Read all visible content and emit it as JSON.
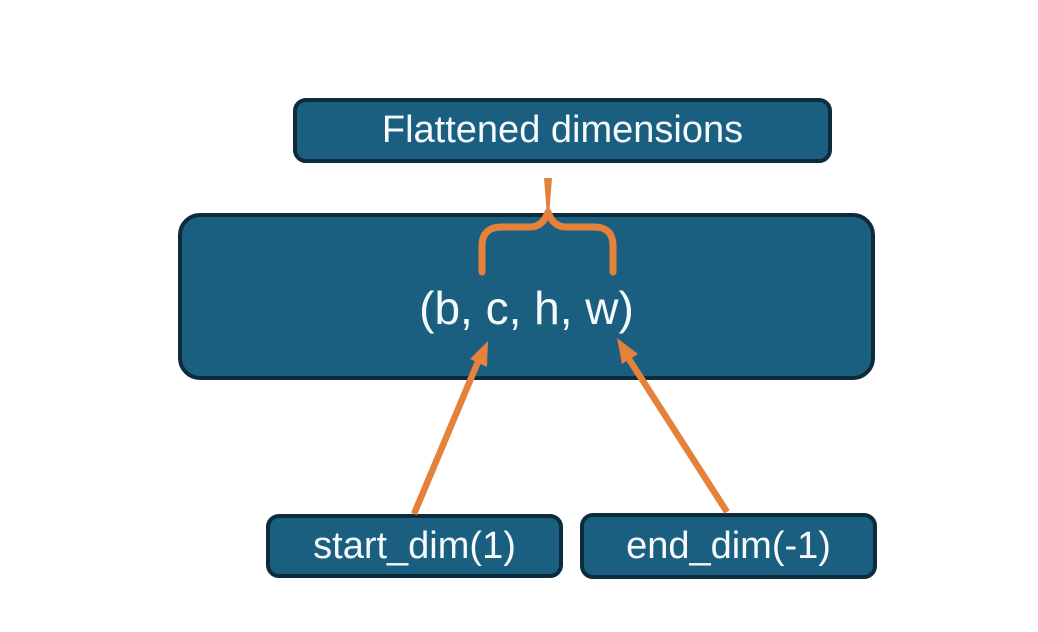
{
  "diagram": {
    "title_box": {
      "label": "Flattened dimensions"
    },
    "tensor_box": {
      "label": "(b, c, h, w)"
    },
    "start_dim_box": {
      "label": "start_dim(1)"
    },
    "end_dim_box": {
      "label": "end_dim(-1)"
    }
  },
  "colors": {
    "background": "#ffffff",
    "box-fill": "#1a5e80",
    "box-border": "#0e2b3c",
    "accent": "#e5813b",
    "text": "#f7fafc"
  }
}
